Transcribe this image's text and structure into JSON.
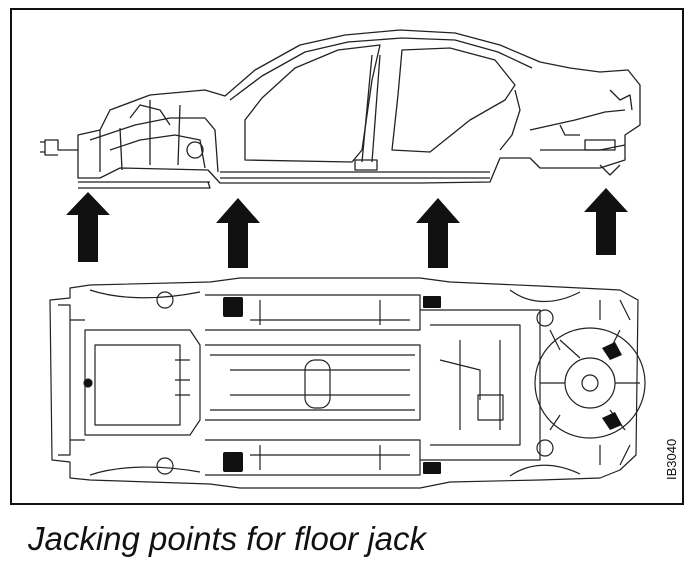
{
  "figure": {
    "caption": "Jacking points for floor jack",
    "code": "IB3040",
    "arrow_count": 4,
    "jacking_pads_count": 4,
    "colors": {
      "line": "#222222",
      "pad": "#111111",
      "frame": "#111111"
    }
  }
}
